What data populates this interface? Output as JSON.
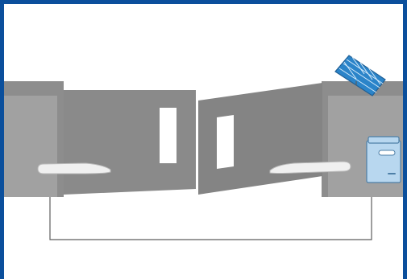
{
  "diagram": {
    "title": "",
    "colors": {
      "frame_border": "#0b4f9c",
      "wall": "#a1a1a1",
      "wall_top": "#8d8d8d",
      "gate_left": "#8a8a8a",
      "gate_right": "#848484",
      "window": "#ffffff",
      "arm": "#f0f0f0",
      "arm_outline": "#b9b9b9",
      "control_box": "#b8d7ef",
      "control_box_outline": "#4d7fa7",
      "solar_panel": "#2b84c9",
      "solar_grid": "#d7ecfb",
      "cable": "#5d5d5d"
    },
    "components": {
      "left_wall": "left-wall",
      "right_wall": "right-wall",
      "left_gate": "left-gate-leaf",
      "right_gate": "right-gate-leaf",
      "left_actuator": "left-actuator-arm",
      "right_actuator": "right-actuator-arm",
      "control_box": "control-box",
      "solar_panel": "solar-panel",
      "cables": "cables"
    }
  }
}
